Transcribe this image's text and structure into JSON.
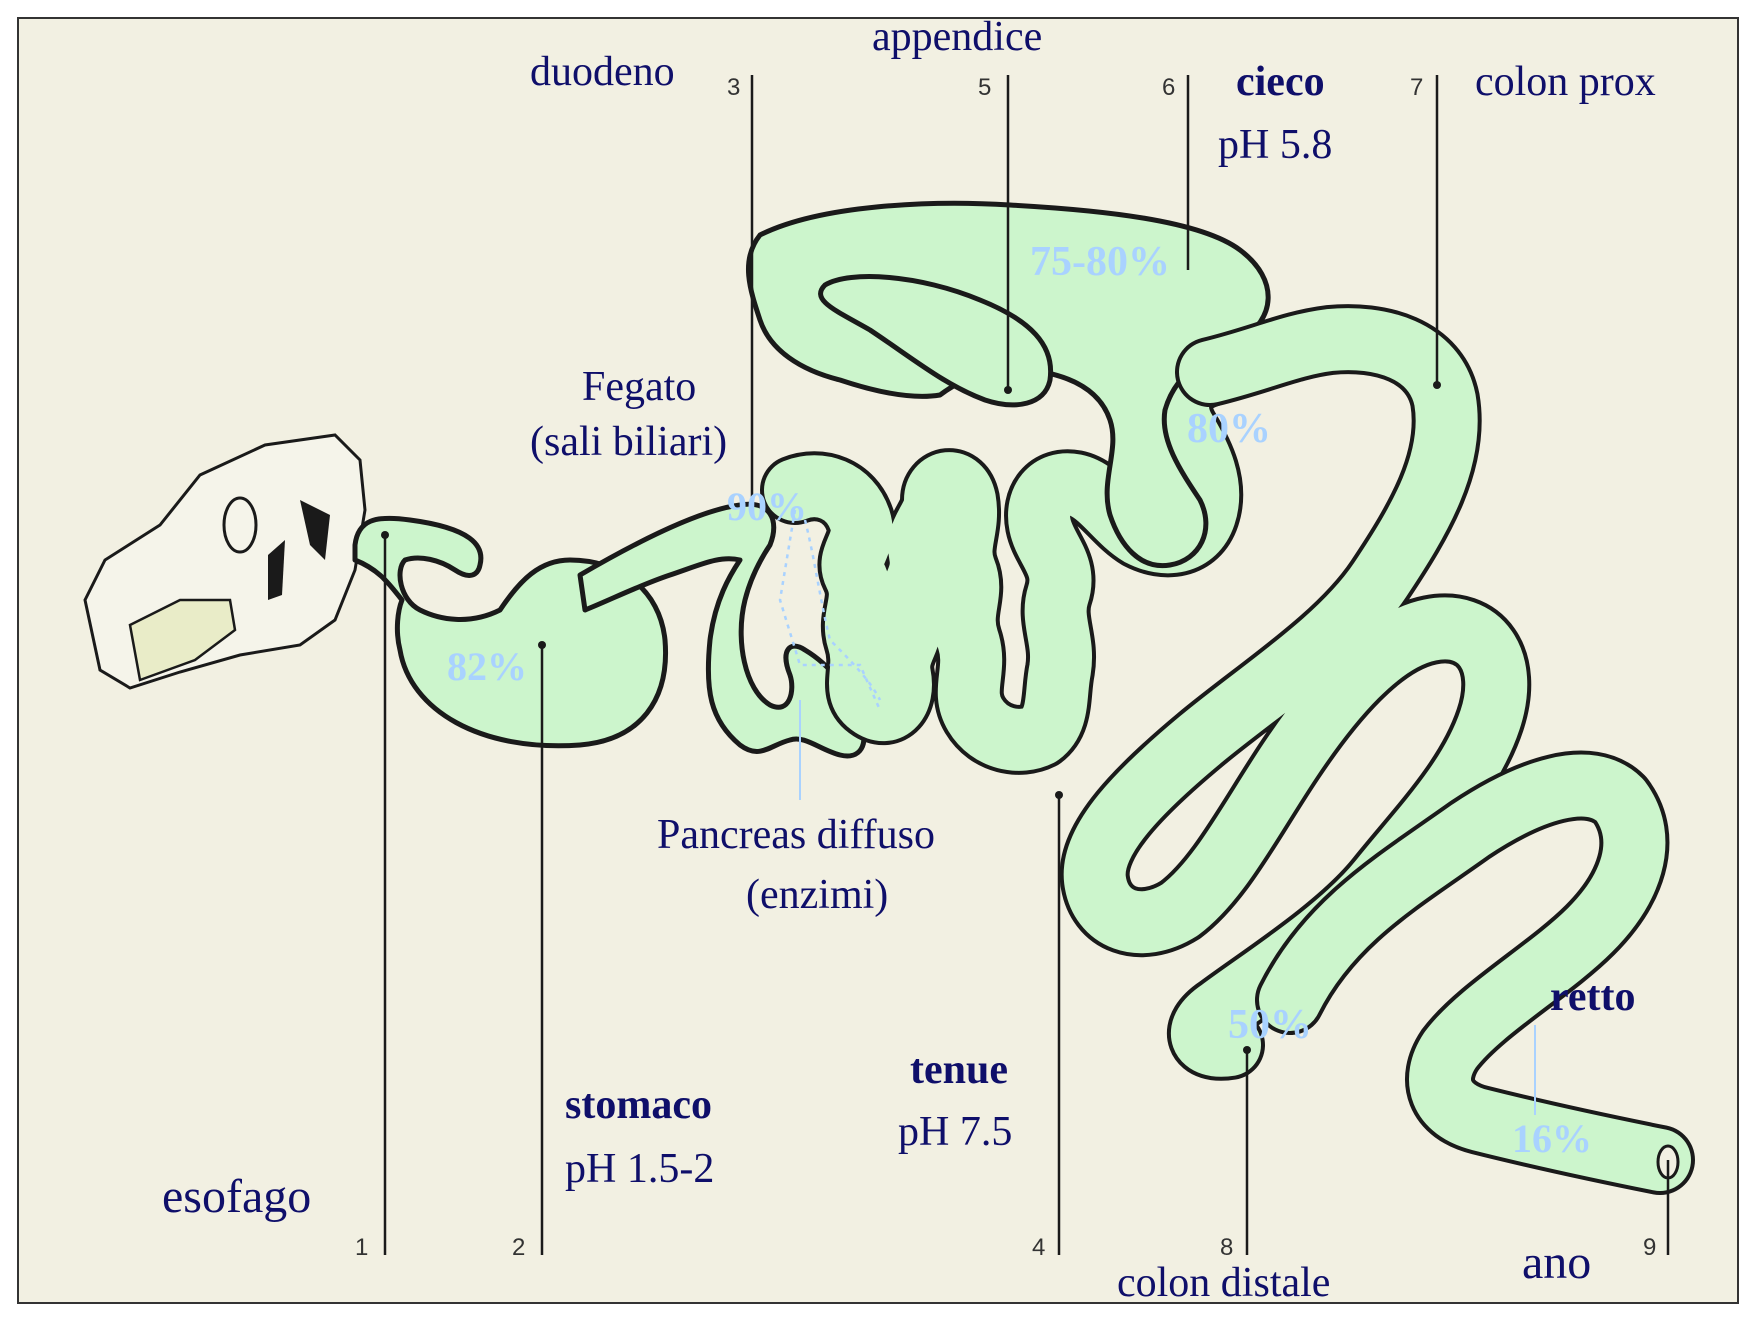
{
  "labels": {
    "esofago": "esofago",
    "stomaco": "stomaco",
    "stomaco_ph": "pH 1.5-2",
    "duodeno": "duodeno",
    "fegato_line1": "Fegato",
    "fegato_line2": "(sali biliari)",
    "appendice": "appendice",
    "cieco": "cieco",
    "cieco_ph": "pH 5.8",
    "colon_prox": "colon prox",
    "pancreas_line1": "Pancreas diffuso",
    "pancreas_line2": "(enzimi)",
    "tenue": "tenue",
    "tenue_ph": "pH 7.5",
    "colon_distale": "colon distale",
    "retto": "retto",
    "ano": "ano"
  },
  "percentages": {
    "stomaco": "82%",
    "duodeno": "90%",
    "cieco": "75-80%",
    "colon_prox": "80%",
    "colon_distale": "50%",
    "retto": "16%"
  },
  "markers": [
    "1",
    "2",
    "3",
    "4",
    "5",
    "6",
    "7",
    "8",
    "9"
  ],
  "colors": {
    "gut_fill": "#ccf5cc",
    "label_text": "#0f0f6a",
    "percent_text": "#a9d2ff",
    "background": "#f2f0e2"
  }
}
